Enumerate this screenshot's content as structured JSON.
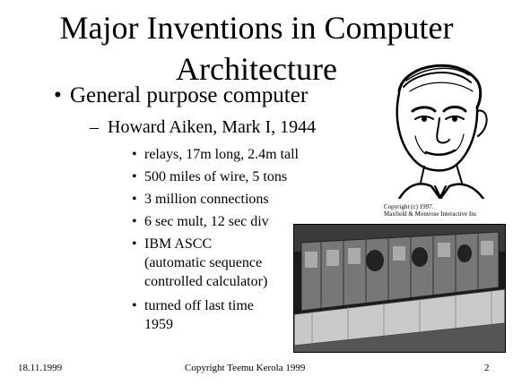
{
  "slide": {
    "title_line1": "Major Inventions in Computer",
    "title_line2": "Architecture",
    "bullet": "General purpose computer",
    "sub_bullet": "Howard Aiken, Mark I, 1944",
    "items": [
      "relays, 17m long, 2.4m tall",
      "500 miles of wire, 5 tons",
      "3 million connections",
      "6 sec mult, 12 sec div",
      "IBM ASCC",
      "(automatic sequence",
      "controlled calculator)",
      "turned off last time",
      "1959"
    ],
    "image_credit_line1": "Copyright (c) 1997.",
    "image_credit_line2": "Maxfield & Montrose Interactive Inc"
  },
  "footer": {
    "date": "18.11.1999",
    "copyright": "Copyright Teemu Kerola 1999",
    "page": "2"
  }
}
